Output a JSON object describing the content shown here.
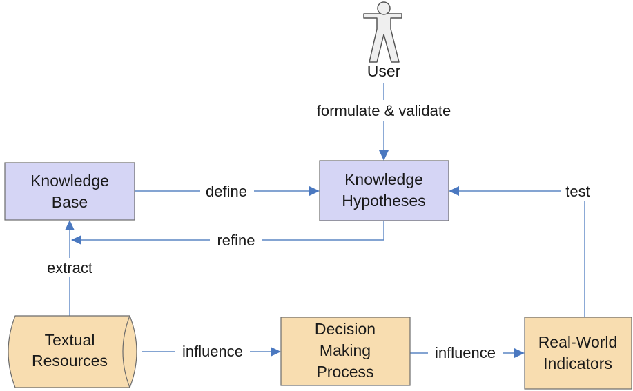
{
  "colors": {
    "knowledge_box_fill": "#d5d5f5",
    "process_box_fill": "#f8ddb0",
    "connector": "#5b86c4",
    "arrowhead": "#4a78c0"
  },
  "nodes": {
    "user": {
      "label": "User",
      "icon": "person-icon"
    },
    "knowledge_base": {
      "lines": [
        "Knowledge",
        "Base"
      ]
    },
    "knowledge_hypotheses": {
      "lines": [
        "Knowledge",
        "Hypotheses"
      ]
    },
    "textual_resources": {
      "lines": [
        "Textual",
        "Resources"
      ]
    },
    "decision_making": {
      "lines": [
        "Decision",
        "Making",
        "Process"
      ]
    },
    "real_world": {
      "lines": [
        "Real-World",
        "Indicators"
      ]
    }
  },
  "edges": {
    "formulate_validate": "formulate & validate",
    "define": "define",
    "test": "test",
    "refine": "refine",
    "extract": "extract",
    "influence_1": "influence",
    "influence_2": "influence"
  }
}
